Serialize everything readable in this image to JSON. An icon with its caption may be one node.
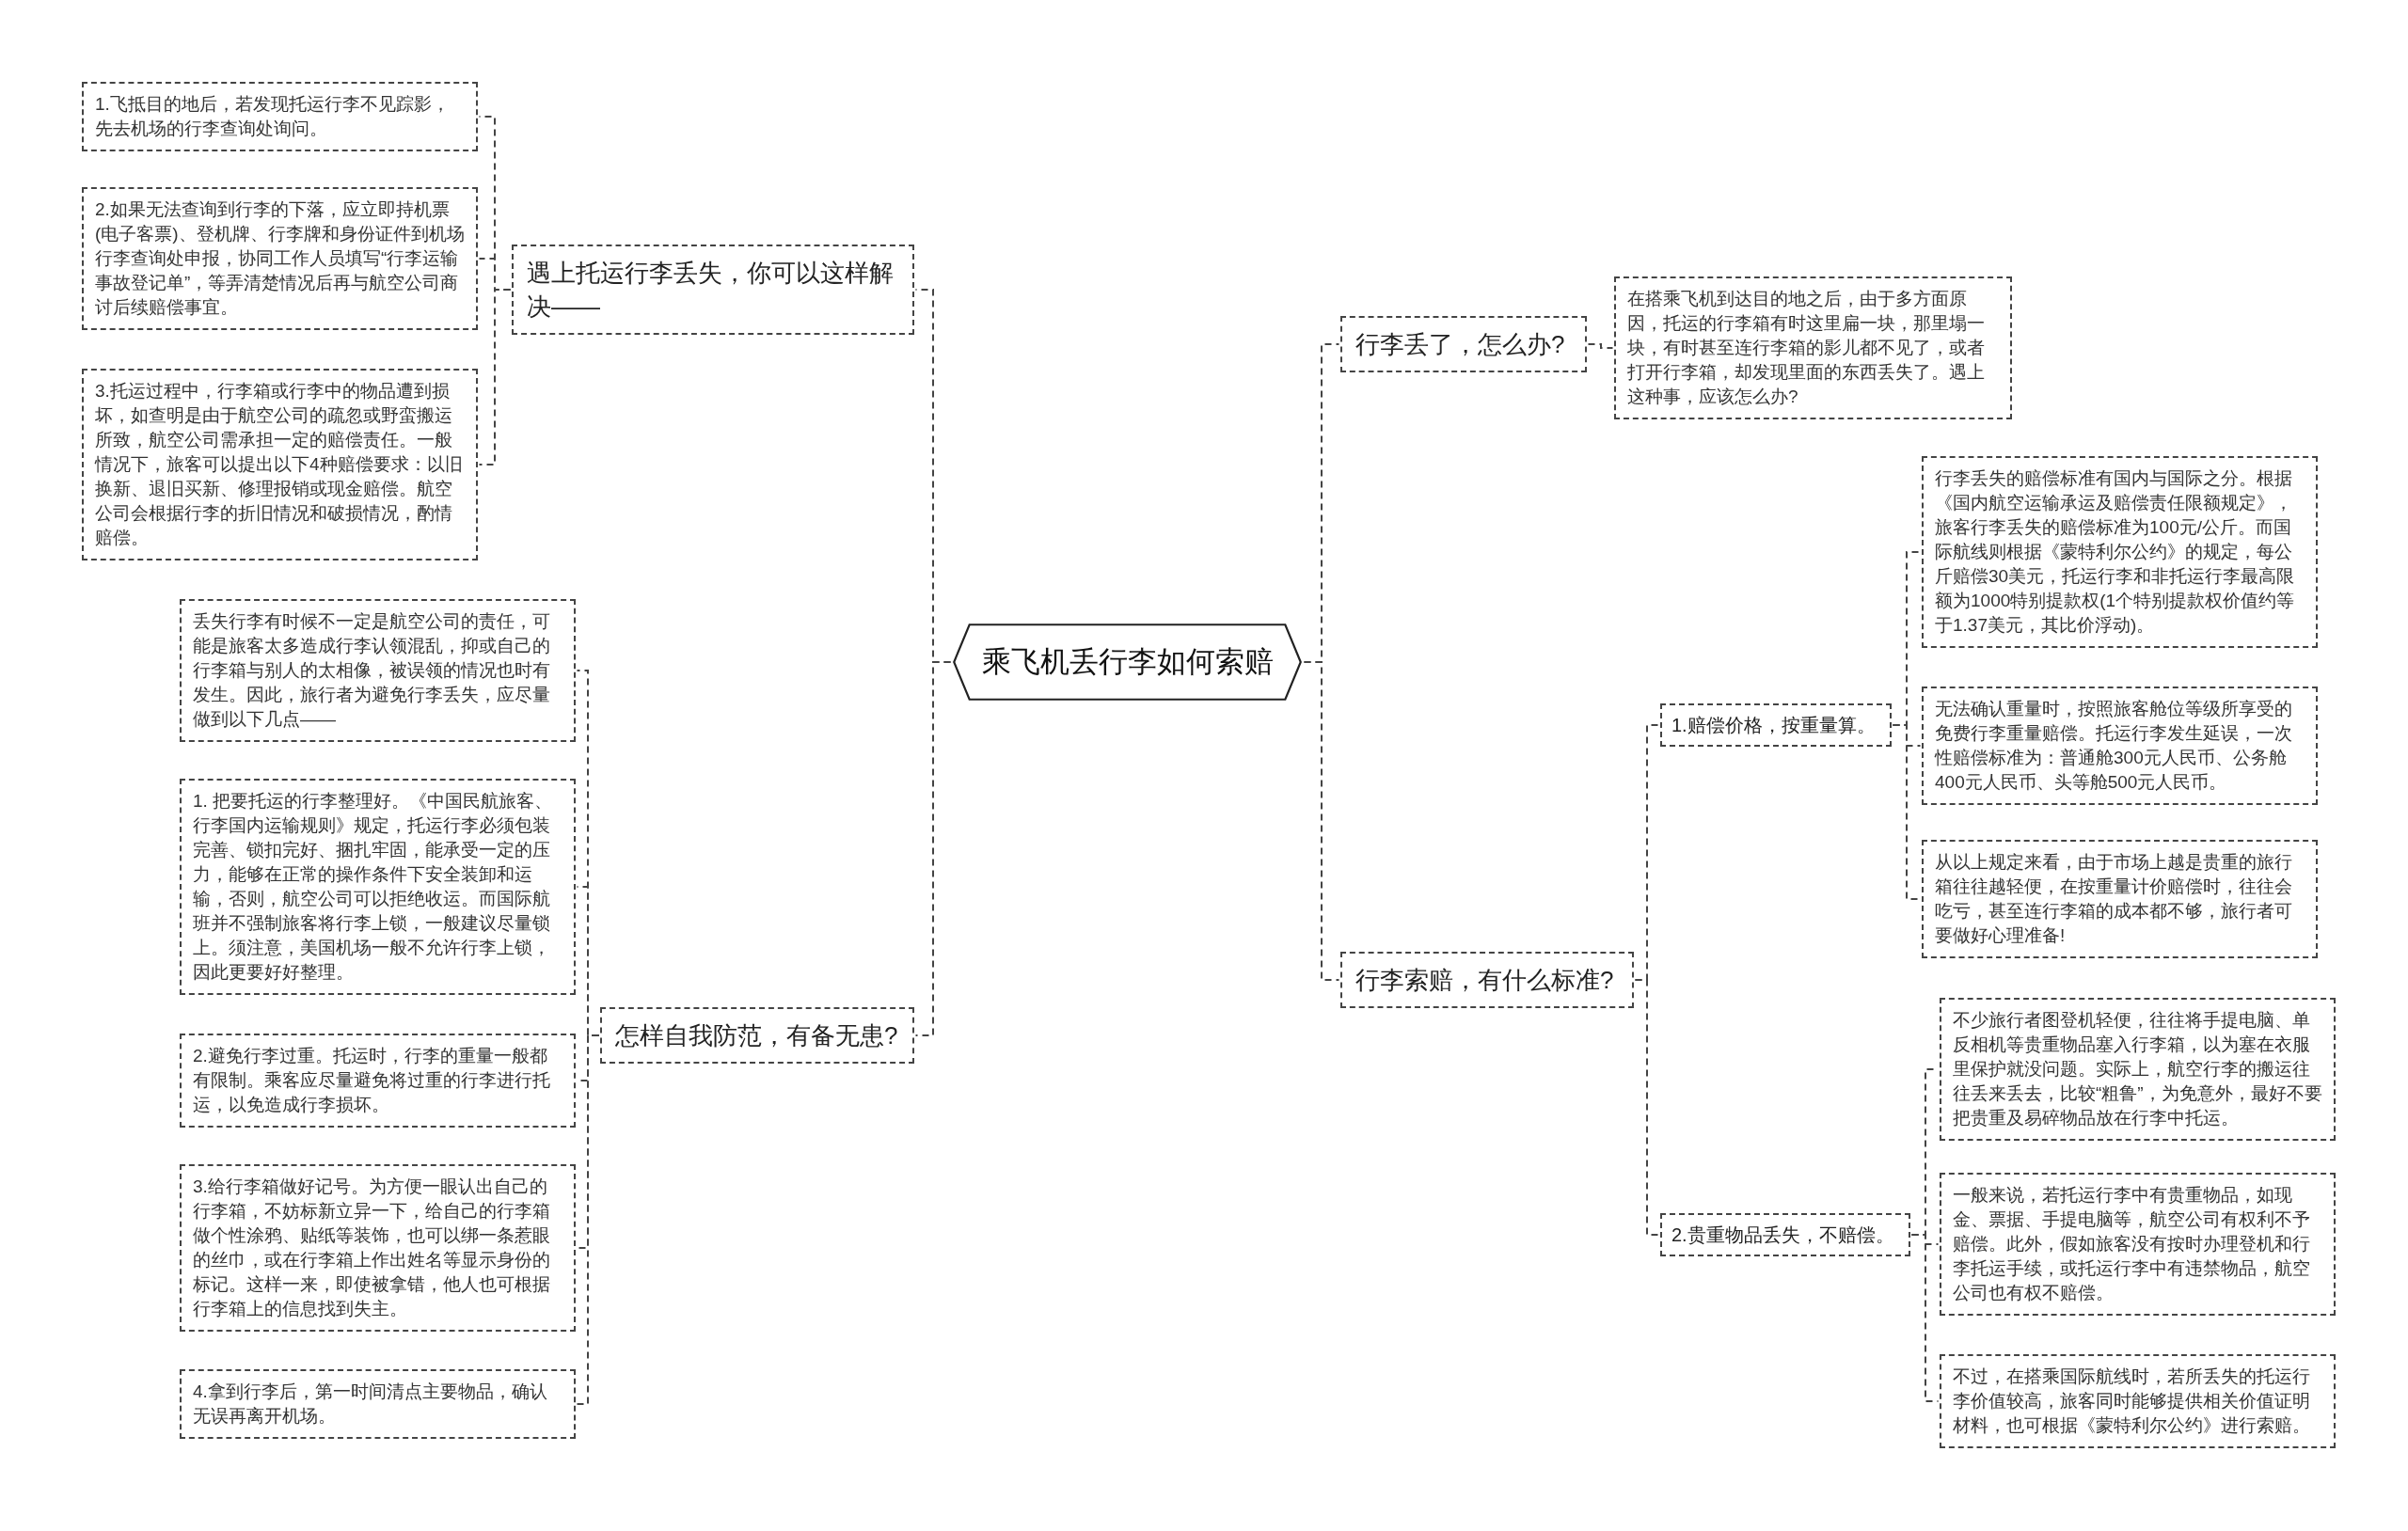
{
  "diagram": {
    "nodes": [
      {
        "text": [
          "乘飞机丢行李如何索赔"
        ]
      },
      {
        "text": [
          "遇上托运行李丢失，你可以这样解决——"
        ]
      },
      {
        "text": [
          "1.飞抵目的地后，若发现托运行李不见踪影，先去机场的行李查询处询问。"
        ]
      },
      {
        "text": [
          "2.如果无法查询到行李的下落，应立即持机票(电子客票)、登机牌、行李牌和身份证件到机场行李查询处申报，协同工作人员填写“行李运输事故登记单”，等弄清楚情况后再与航空公司商讨后续赔偿事宜。"
        ]
      },
      {
        "text": [
          "3.托运过程中，行李箱或行李中的物品遭到损坏，如查明是由于航空公司的疏忽或野蛮搬运所致，航空公司需承担一定的赔偿责任。一般情况下，旅客可以提出以下4种赔偿要求：以旧换新、退旧买新、修理报销或现金赔偿。航空公司会根据行李的折旧情况和破损情况，酌情赔偿。"
        ]
      },
      {
        "text": [
          "怎样自我防范，有备无患?"
        ]
      },
      {
        "text": [
          "丢失行李有时候不一定是航空公司的责任，可能是旅客太多造成行李认领混乱，抑或自己的行李箱与别人的太相像，被误领的情况也时有发生。因此，旅行者为避免行李丢失，应尽量做到以下几点——"
        ]
      },
      {
        "text": [
          "1. 把要托运的行李整理好。《中国民航旅客、行李国内运输规则》规定，托运行李必须包装完善、锁扣完好、捆扎牢固，能承受一定的压力，能够在正常的操作条件下安全装卸和运输，否则，航空公司可以拒绝收运。而国际航班并不强制旅客将行李上锁，一般建议尽量锁上。须注意，美国机场一般不允许行李上锁，因此更要好好整理。"
        ]
      },
      {
        "text": [
          "2.避免行李过重。托运时，行李的重量一般都有限制。乘客应尽量避免将过重的行李进行托运，以免造成行李损坏。"
        ]
      },
      {
        "text": [
          "3.给行李箱做好记号。为方便一眼认出自己的行李箱，不妨标新立异一下，给自己的行李箱做个性涂鸦、贴纸等装饰，也可以绑一条惹眼的丝巾，或在行李箱上作出姓名等显示身份的标记。这样一来，即使被拿错，他人也可根据行李箱上的信息找到失主。"
        ]
      },
      {
        "text": [
          "4.拿到行李后，第一时间清点主要物品，确认无误再离开机场。"
        ]
      },
      {
        "text": [
          "行李丢了，怎么办?"
        ]
      },
      {
        "text": [
          "在搭乘飞机到达目的地之后，由于多方面原因，托运的行李箱有时这里扁一块，那里塌一块，有时甚至连行李箱的影儿都不见了，或者打开行李箱，却发现里面的东西丢失了。遇上这种事，应该怎么办?"
        ]
      },
      {
        "text": [
          "行李索赔，有什么标准?"
        ]
      },
      {
        "text": [
          "1.赔偿价格，按重量算。"
        ]
      },
      {
        "text": [
          "行李丢失的赔偿标准有国内与国际之分。根据《国内航空运输承运及赔偿责任限额规定》，旅客行李丢失的赔偿标准为100元/公斤。而国际航线则根据《蒙特利尔公约》的规定，每公斤赔偿30美元，托运行李和非托运行李最高限额为1000特别提款权(1个特别提款权价值约等于1.37美元，其比价浮动)。"
        ]
      },
      {
        "text": [
          "无法确认重量时，按照旅客舱位等级所享受的免费行李重量赔偿。托运行李发生延误，一次性赔偿标准为：普通舱300元人民币、公务舱400元人民币、头等舱500元人民币。"
        ]
      },
      {
        "text": [
          "从以上规定来看，由于市场上越是贵重的旅行箱往往越轻便，在按重量计价赔偿时，往往会吃亏，甚至连行李箱的成本都不够，旅行者可要做好心理准备!"
        ]
      },
      {
        "text": [
          "2.贵重物品丢失，不赔偿。"
        ]
      },
      {
        "text": [
          "不少旅行者图登机轻便，往往将手提电脑、单反相机等贵重物品塞入行李箱，以为塞在衣服里保护就没问题。实际上，航空行李的搬运往往丢来丢去，比较“粗鲁”，为免意外，最好不要把贵重及易碎物品放在行李中托运。"
        ]
      },
      {
        "text": [
          "一般来说，若托运行李中有贵重物品，如现金、票据、手提电脑等，航空公司有权利不予赔偿。此外，假如旅客没有按时办理登机和行李托运手续，或托运行李中有违禁物品，航空公司也有权不赔偿。"
        ]
      },
      {
        "text": [
          "不过，在搭乘国际航线时，若所丢失的托运行李价值较高，旅客同时能够提供相关价值证明材料，也可根据《蒙特利尔公约》进行索赔。"
        ]
      }
    ],
    "edges": [
      {
        "from": 0,
        "to": 1,
        "arrow": "none",
        "style": "dashed"
      },
      {
        "from": 1,
        "to": 2,
        "arrow": "none",
        "style": "dashed"
      },
      {
        "from": 1,
        "to": 3,
        "arrow": "none",
        "style": "dashed"
      },
      {
        "from": 1,
        "to": 4,
        "arrow": "none",
        "style": "dashed"
      },
      {
        "from": 0,
        "to": 5,
        "arrow": "none",
        "style": "dashed"
      },
      {
        "from": 5,
        "to": 6,
        "arrow": "none",
        "style": "dashed"
      },
      {
        "from": 5,
        "to": 7,
        "arrow": "none",
        "style": "dashed"
      },
      {
        "from": 5,
        "to": 8,
        "arrow": "none",
        "style": "dashed"
      },
      {
        "from": 5,
        "to": 9,
        "arrow": "none",
        "style": "dashed"
      },
      {
        "from": 5,
        "to": 10,
        "arrow": "none",
        "style": "dashed"
      },
      {
        "from": 0,
        "to": 11,
        "arrow": "none",
        "style": "dashed"
      },
      {
        "from": 11,
        "to": 12,
        "arrow": "none",
        "style": "dashed"
      },
      {
        "from": 0,
        "to": 13,
        "arrow": "none",
        "style": "dashed"
      },
      {
        "from": 13,
        "to": 14,
        "arrow": "none",
        "style": "dashed"
      },
      {
        "from": 14,
        "to": 15,
        "arrow": "none",
        "style": "dashed"
      },
      {
        "from": 14,
        "to": 16,
        "arrow": "none",
        "style": "dashed"
      },
      {
        "from": 14,
        "to": 17,
        "arrow": "none",
        "style": "dashed"
      },
      {
        "from": 13,
        "to": 18,
        "arrow": "none",
        "style": "dashed"
      },
      {
        "from": 18,
        "to": 19,
        "arrow": "none",
        "style": "dashed"
      },
      {
        "from": 18,
        "to": 20,
        "arrow": "none",
        "style": "dashed"
      },
      {
        "from": 18,
        "to": 21,
        "arrow": "none",
        "style": "dashed"
      }
    ]
  }
}
